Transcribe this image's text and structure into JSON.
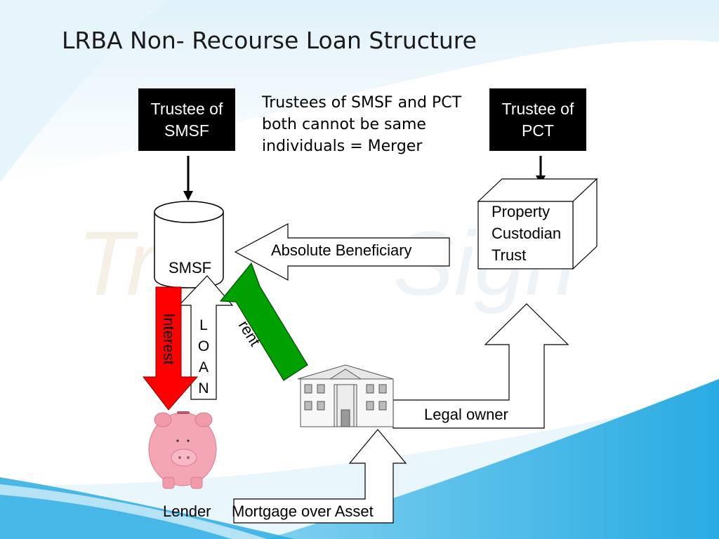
{
  "slide": {
    "title": "LRBA Non- Recourse Loan Structure",
    "trustee_smsf_line1": "Trustee of",
    "trustee_smsf_line2": "SMSF",
    "trustee_pct_line1": "Trustee of",
    "trustee_pct_line2": "PCT",
    "note_line1": "Trustees of SMSF and PCT",
    "note_line2": "both cannot be same",
    "note_line3": "individuals = Merger",
    "smsf_label": "SMSF",
    "pct_line1": "Property",
    "pct_line2": "Custodian",
    "pct_line3": "Trust",
    "absolute_beneficiary": "Absolute Beneficiary",
    "interest": "Interest",
    "loan_letters": [
      "L",
      "O",
      "A",
      "N"
    ],
    "rent": "rent",
    "legal_owner": "Legal owner",
    "lender": "Lender",
    "mortgage": "Mortgage over Asset"
  },
  "colors": {
    "accent_blue": "#29abe2",
    "interest_red": "#ff0000",
    "rent_green": "#00a000",
    "box_black": "#000000",
    "piggy_pink": "#f4a6b4"
  },
  "icons": [
    "piggy-bank-icon",
    "house-icon",
    "cylinder-icon",
    "cube-icon"
  ]
}
